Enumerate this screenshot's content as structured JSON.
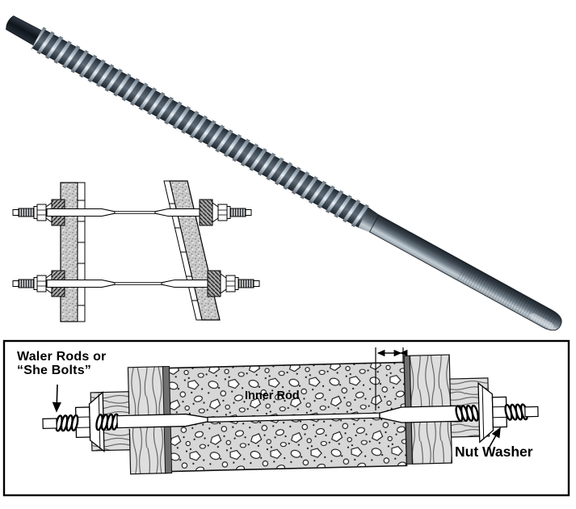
{
  "panel": {
    "labels": {
      "waler_line1": "Waler Rods or",
      "waler_line2": "“She Bolts”",
      "inner_rod": "Inner Rod",
      "nut_washer": "Nut Washer"
    }
  },
  "colors": {
    "ink": "#000000",
    "paper": "#ffffff",
    "steel_dark": "#1f2730",
    "steel_light": "#c6cfd6",
    "wood_fill": "#dedede",
    "concrete_fill": "#d7d7d7",
    "stipple_fill": "#cbcbcb",
    "plywood_face": "#6f6f6f"
  }
}
